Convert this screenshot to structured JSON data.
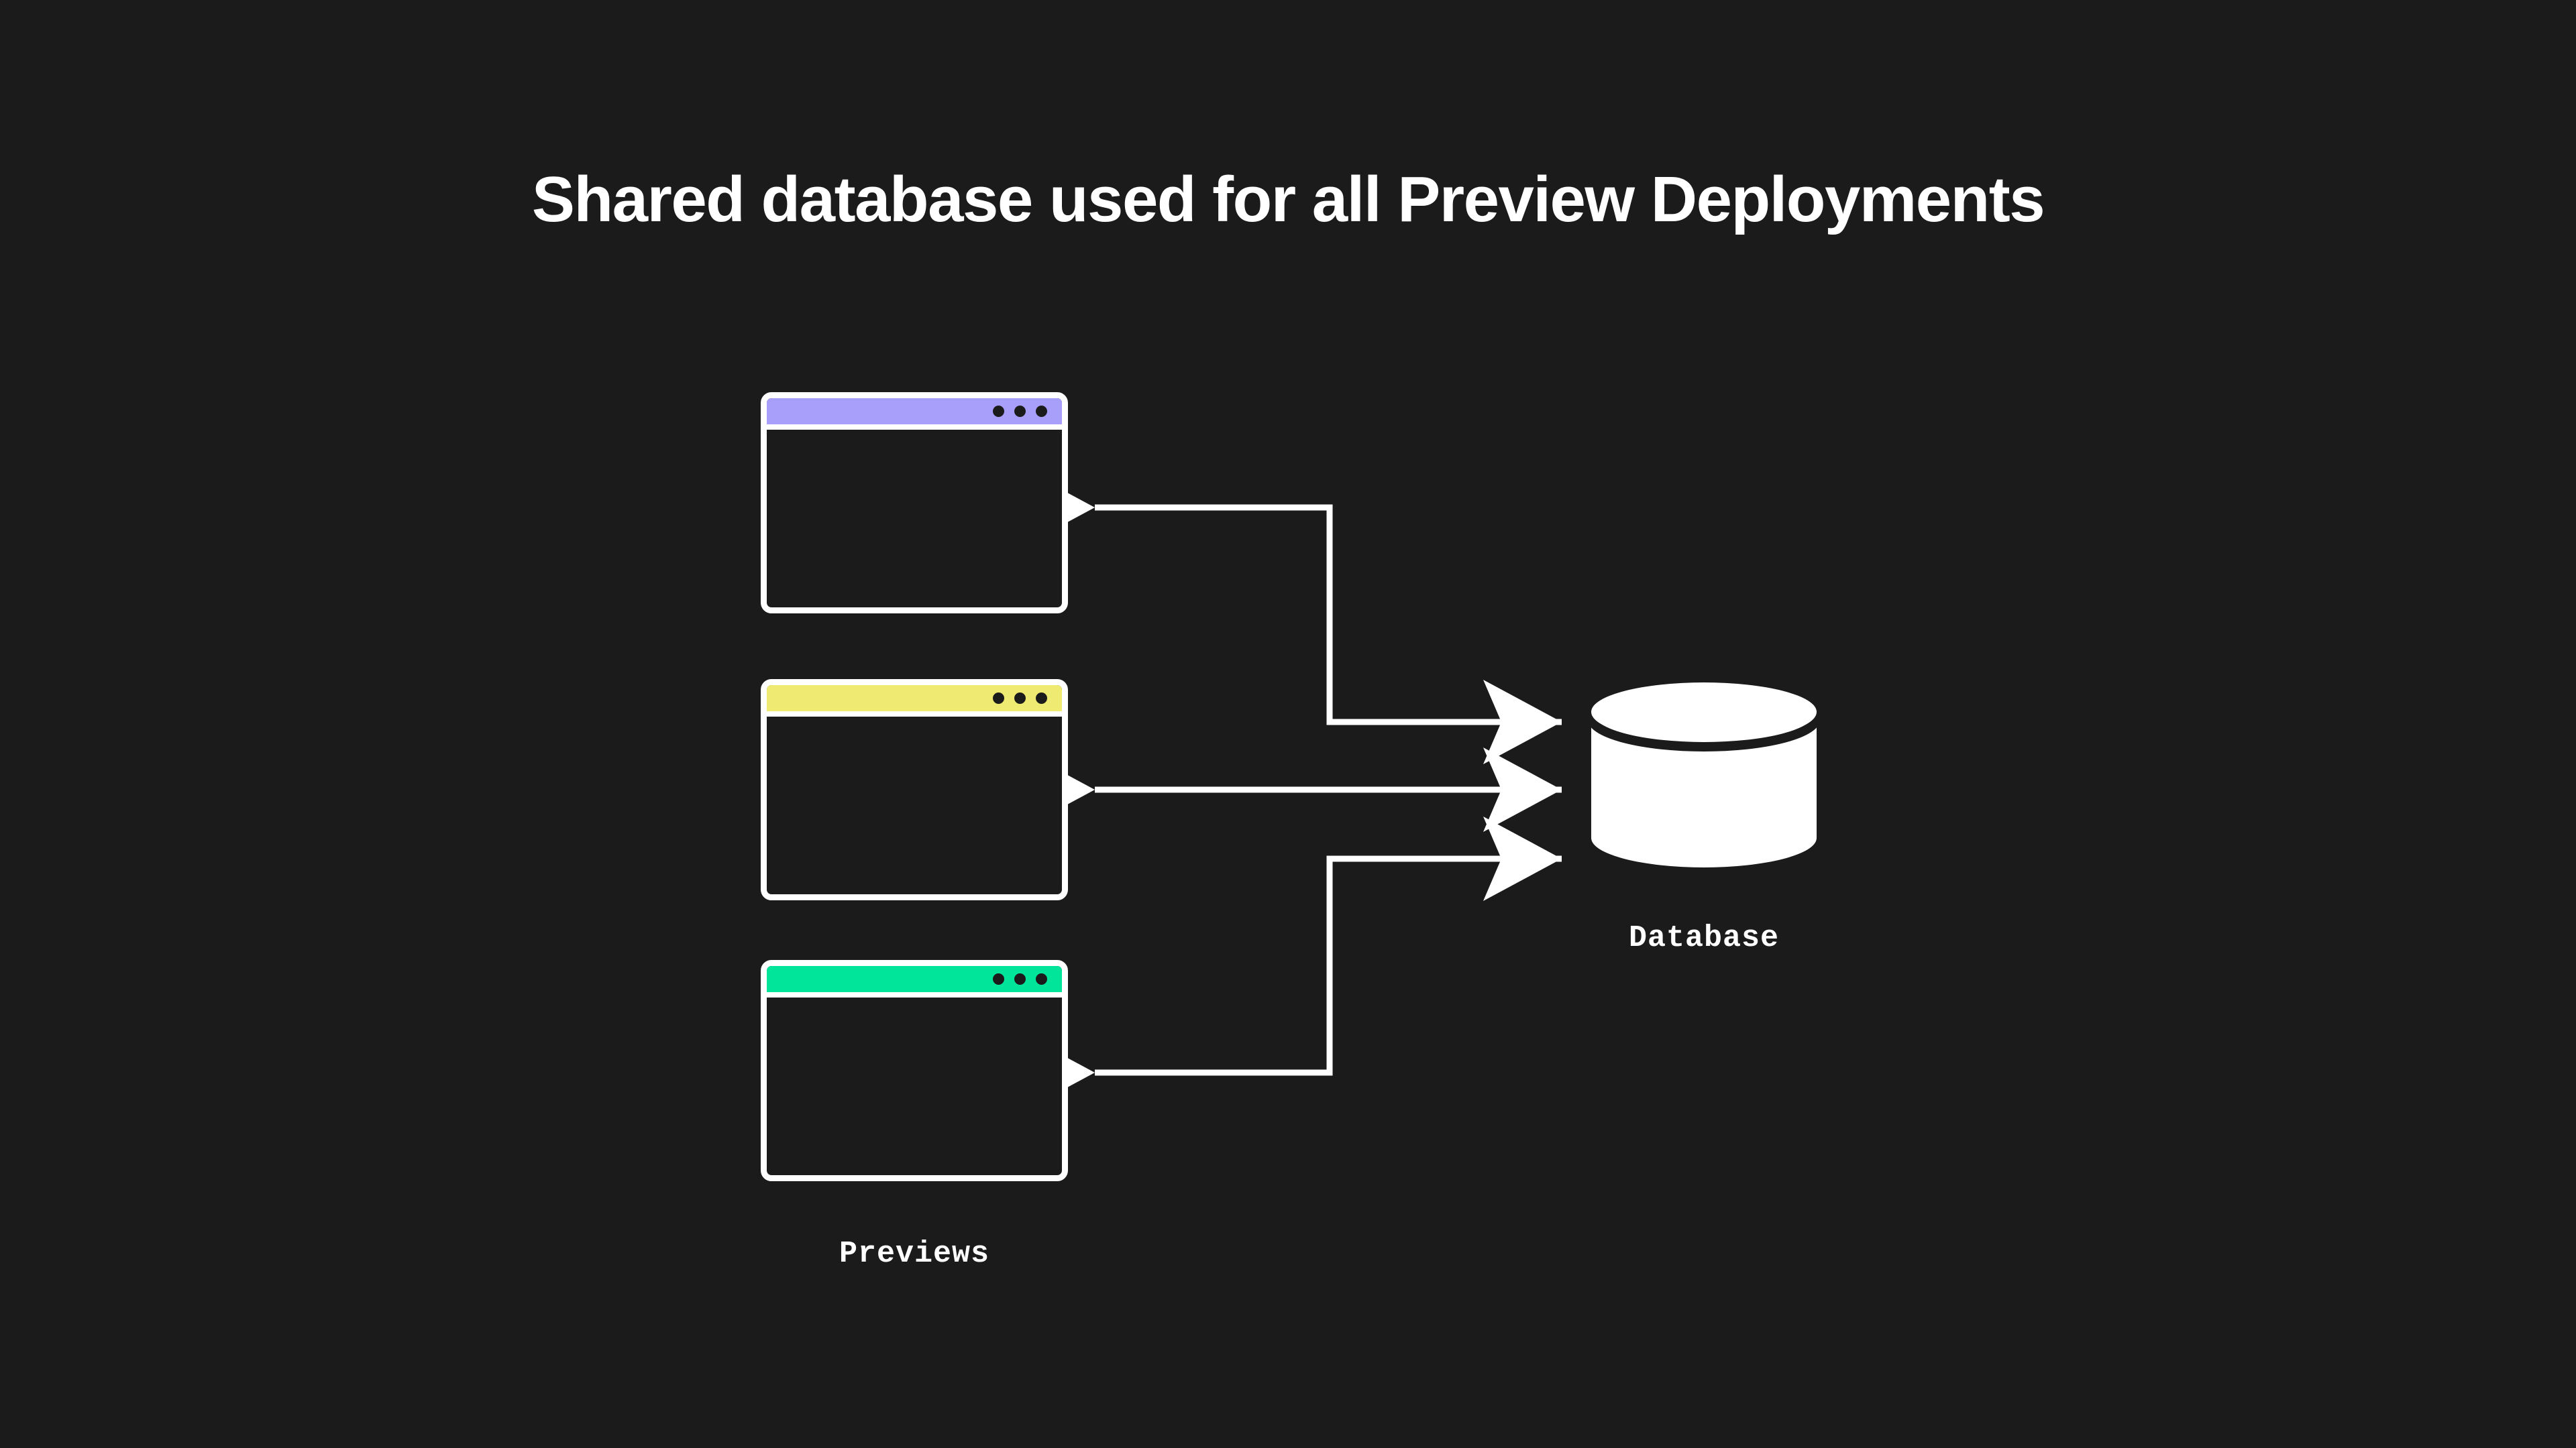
{
  "page": {
    "background_color": "#1b1b1b",
    "title": "Shared database used for all Preview Deployments"
  },
  "diagram": {
    "type": "architecture-flow",
    "stroke_color": "#ffffff",
    "nodes": [
      {
        "id": "preview-1",
        "kind": "browser-window",
        "titlebar_color": "#a89ffb",
        "dot_count": 3,
        "label": ""
      },
      {
        "id": "preview-2",
        "kind": "browser-window",
        "titlebar_color": "#eeea72",
        "dot_count": 3,
        "label": ""
      },
      {
        "id": "preview-3",
        "kind": "browser-window",
        "titlebar_color": "#00e59a",
        "dot_count": 3,
        "label": ""
      },
      {
        "id": "database",
        "kind": "cylinder",
        "fill_color": "#ffffff",
        "label": "Database"
      }
    ],
    "group_labels": {
      "previews": "Previews",
      "database": "Database"
    },
    "edges": [
      {
        "id": "edge-db-to-preview-1",
        "from": "database",
        "to": "preview-1",
        "shape": "elbow",
        "arrowheads": "both-ends",
        "description": "database writes to first preview and first preview reads from database"
      },
      {
        "id": "edge-preview-2-db",
        "from": "preview-2",
        "to": "database",
        "shape": "straight",
        "arrowheads": "both-ends",
        "description": "bidirectional link between second preview and database"
      },
      {
        "id": "edge-db-to-preview-3",
        "from": "database",
        "to": "preview-3",
        "shape": "elbow",
        "arrowheads": "both-ends",
        "description": "database writes to third preview and third preview reads from database"
      }
    ]
  }
}
